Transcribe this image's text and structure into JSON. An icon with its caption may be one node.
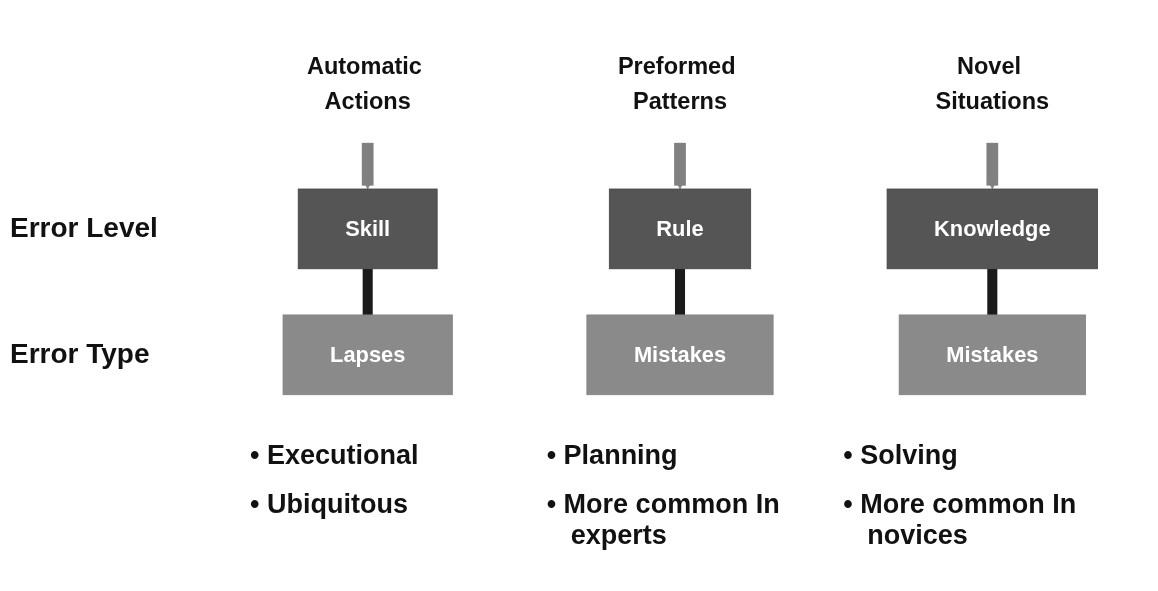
{
  "diagram": {
    "nodes": [
      {
        "text": [
          "Automatic Actions"
        ]
      },
      {
        "text": [
          "Preformed Patterns"
        ]
      },
      {
        "text": [
          "Novel Situations"
        ]
      },
      {
        "text": [
          "Skill"
        ]
      },
      {
        "text": [
          "Rule"
        ]
      },
      {
        "text": [
          "Knowledge"
        ]
      },
      {
        "text": [
          "Lapses"
        ]
      },
      {
        "text": [
          "Mistakes"
        ]
      },
      {
        "text": [
          "Mistakes"
        ]
      }
    ],
    "edges": [
      {
        "from": 0,
        "to": 3,
        "arrow": "to"
      },
      {
        "from": 1,
        "to": 4,
        "arrow": "to"
      },
      {
        "from": 2,
        "to": 5,
        "arrow": "to"
      },
      {
        "from": 3,
        "to": 6,
        "arrow": "none",
        "color": "#1a1a1a"
      },
      {
        "from": 4,
        "to": 7,
        "arrow": "none",
        "color": "#1a1a1a"
      },
      {
        "from": 5,
        "to": 8,
        "arrow": "none",
        "color": "#1a1a1a"
      }
    ],
    "labels": [
      "Error Level",
      "Error Type",
      "• Executional",
      "• Planning",
      "• Solving",
      "• Ubiquitous",
      "• More common In experts",
      "• More common In novices"
    ]
  }
}
